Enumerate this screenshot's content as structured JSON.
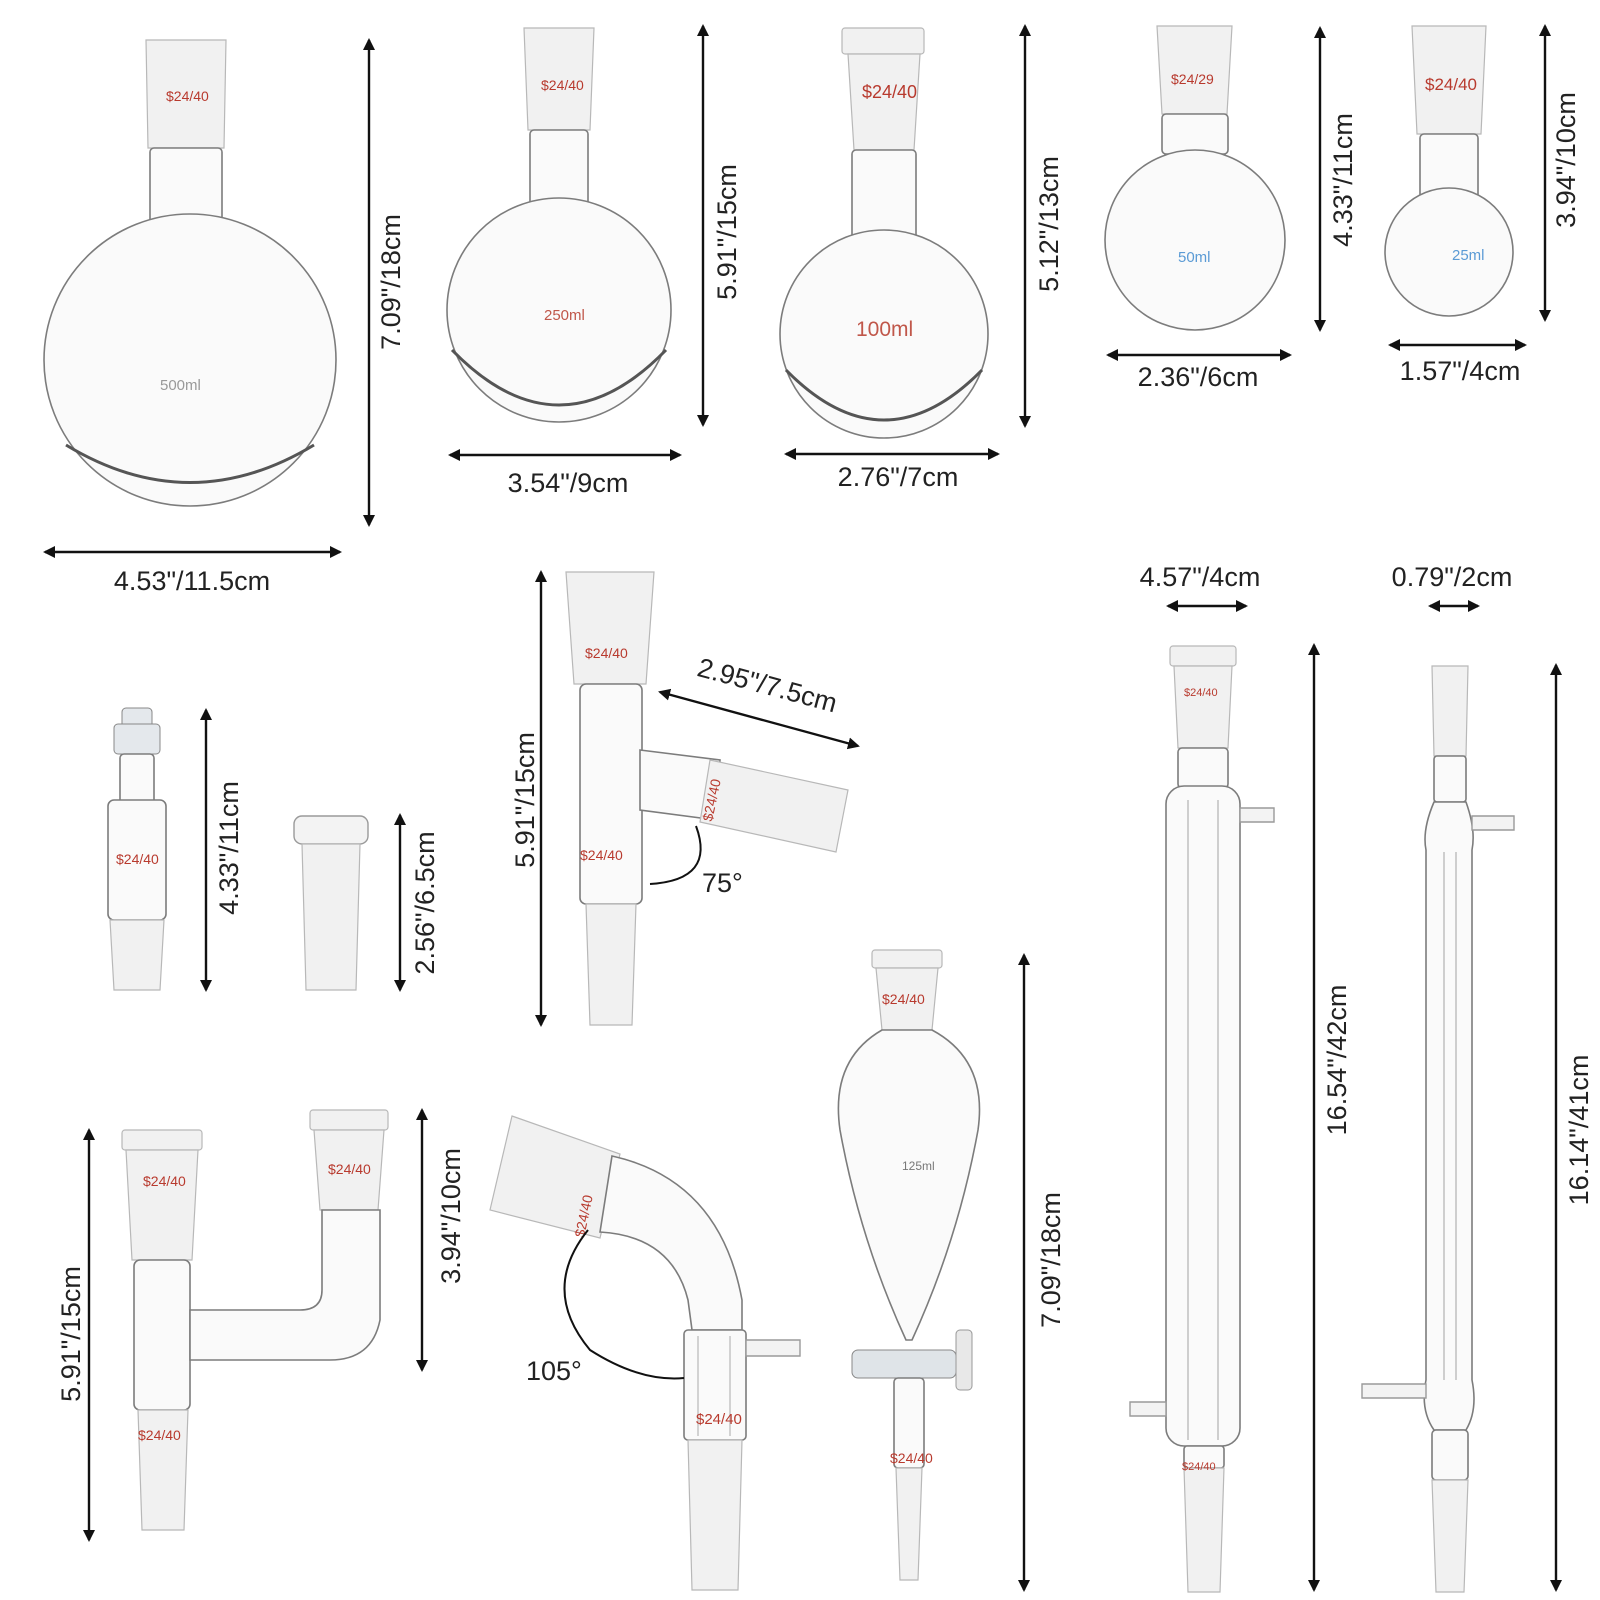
{
  "dimensions": {
    "flask500_height": "7.09\"/18cm",
    "flask500_width": "4.53\"/11.5cm",
    "flask250_height": "5.91\"/15cm",
    "flask250_width": "3.54\"/9cm",
    "flask100_height": "5.12\"/13cm",
    "flask100_width": "2.76\"/7cm",
    "flask50_height": "4.33\"/11cm",
    "flask50_width": "2.36\"/6cm",
    "flask25_height": "3.94\"/10cm",
    "flask25_width": "1.57\"/4cm",
    "adapter_height": "4.33\"/11cm",
    "stopper_height": "2.56\"/6.5cm",
    "distill_head_height": "5.91\"/15cm",
    "distill_head_arm": "2.95\"/7.5cm",
    "distill_head_angle": "75°",
    "liebig_width": "4.57\"/4cm",
    "liebig_height": "16.54\"/42cm",
    "allihn_width": "0.79\"/2cm",
    "allihn_height": "16.14\"/41cm",
    "claisen_height_left": "5.91\"/15cm",
    "claisen_height_right": "3.94\"/10cm",
    "bent_adapter_angle": "105°",
    "funnel_height": "7.09\"/18cm"
  },
  "volumes": {
    "flask500": "500ml",
    "flask250": "250ml",
    "flask100": "100ml",
    "flask50": "50ml",
    "flask25": "25ml",
    "funnel": "125ml"
  },
  "joints": {
    "j2440": "$24/40",
    "j2429": "$24/29"
  },
  "colors": {
    "dimension_text": "#222222",
    "joint_marking": "#b83a2e",
    "vol_grey": "#999999",
    "vol_red": "#c0574a",
    "vol_blue": "#5b9bd5"
  }
}
